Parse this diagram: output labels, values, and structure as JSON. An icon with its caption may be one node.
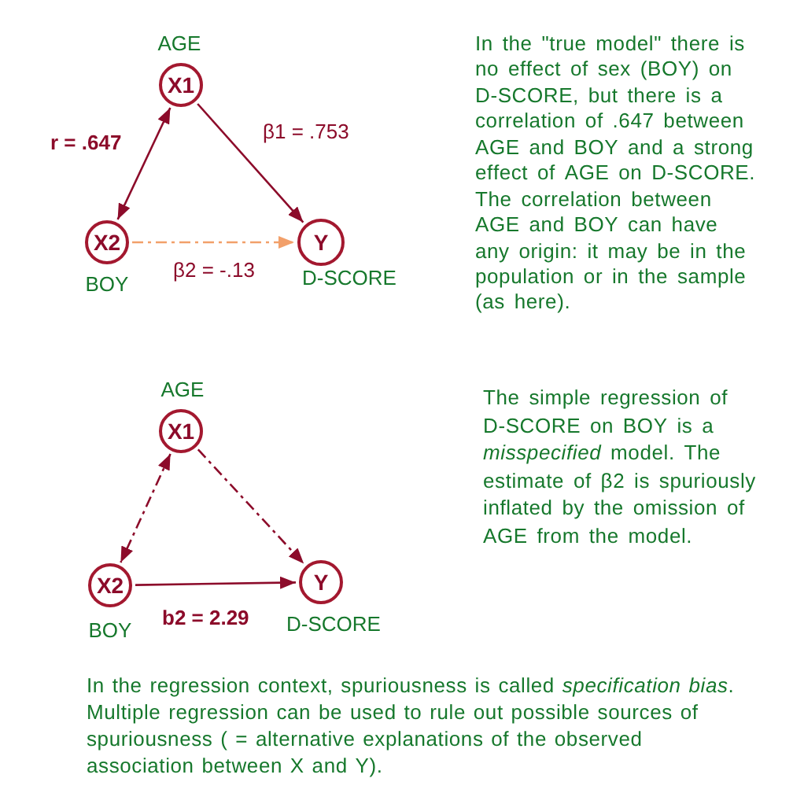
{
  "diagram": {
    "nodes": [
      {
        "text": [
          "X1"
        ],
        "beside": [
          "AGE"
        ]
      },
      {
        "text": [
          "X2"
        ],
        "beside": [
          "BOY"
        ]
      },
      {
        "text": [
          "Y"
        ],
        "beside": [
          "D-SCORE"
        ]
      },
      {
        "text": [
          "X1"
        ],
        "beside": [
          "AGE"
        ]
      },
      {
        "text": [
          "X2"
        ],
        "beside": [
          "BOY"
        ]
      },
      {
        "text": [
          "Y"
        ],
        "beside": [
          "D-SCORE"
        ]
      }
    ],
    "edges": [
      {
        "from": 0,
        "to": 1,
        "arrow": "both",
        "label": "r = .647"
      },
      {
        "from": 0,
        "to": 2,
        "arrow": "to",
        "label": "β1 = .753"
      },
      {
        "from": 1,
        "to": 2,
        "arrow": "to",
        "label": "β2 = -.13",
        "style": "dashed",
        "color": "#f2a06a"
      },
      {
        "from": 3,
        "to": 4,
        "arrow": "both",
        "style": "dashed"
      },
      {
        "from": 3,
        "to": 5,
        "arrow": "to",
        "style": "dashed"
      },
      {
        "from": 4,
        "to": 5,
        "arrow": "to",
        "label": "b2 = 2.29"
      }
    ],
    "labels": [
      "In the \"true model\" there is no effect of sex (BOY) on D-SCORE, but there is a correlation of .647 between AGE and BOY and a strong effect of AGE on D-SCORE. The correlation between AGE and BOY can have any origin: it may be in the population or in the sample (as here).",
      "The simple regression of D-SCORE on BOY is a *misspecified* model. The estimate of β2 is spuriously inflated by the omission of AGE from the model.",
      "In the regression context, spuriousness is called *specification bias*. Multiple regression can be used to rule out possible sources of spuriousness ( = alternative explanations of the observed association between X and Y)."
    ]
  }
}
